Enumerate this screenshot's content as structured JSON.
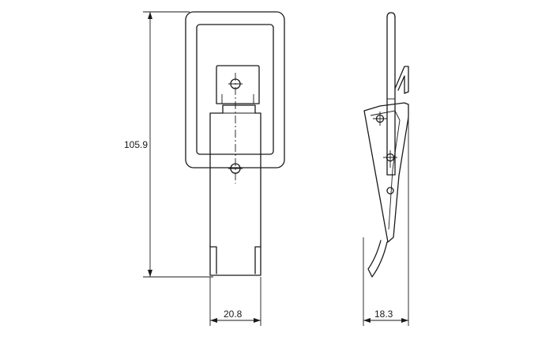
{
  "dimensions": {
    "height": "105.9",
    "front_width": "20.8",
    "side_width": "18.3"
  }
}
